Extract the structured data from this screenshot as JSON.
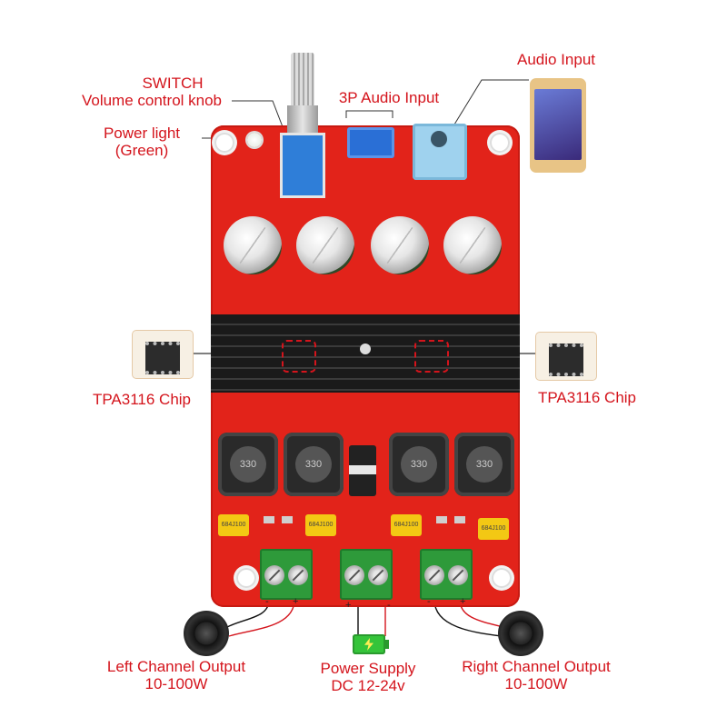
{
  "labels": {
    "switch": "SWITCH",
    "volume_knob": "Volume control knob",
    "power_light": "Power light",
    "power_light_color": "(Green)",
    "audio_input_3p": "3P Audio Input",
    "audio_input": "Audio Input",
    "tpa_left": "TPA3116 Chip",
    "tpa_right": "TPA3116 Chip",
    "left_output": "Left Channel Output",
    "left_power": "10-100W",
    "power_supply": "Power Supply",
    "power_voltage": "DC 12-24v",
    "right_output": "Right Channel Output",
    "right_power": "10-100W"
  },
  "board": {
    "inductor_marking": "330",
    "film_cap_marking": "684J100",
    "terminal_polarity": {
      "minus": "-",
      "plus": "+"
    }
  },
  "colors": {
    "label_red": "#d4141c",
    "board_red": "#e2231a",
    "terminal_green": "#2e9a3a",
    "jack_blue": "#9fd2ee",
    "connector_blue": "#2a6fd6",
    "battery_green": "#35c43a"
  },
  "icons": {
    "speaker": "speaker-icon",
    "battery": "battery-icon",
    "phone": "smartphone-icon"
  }
}
